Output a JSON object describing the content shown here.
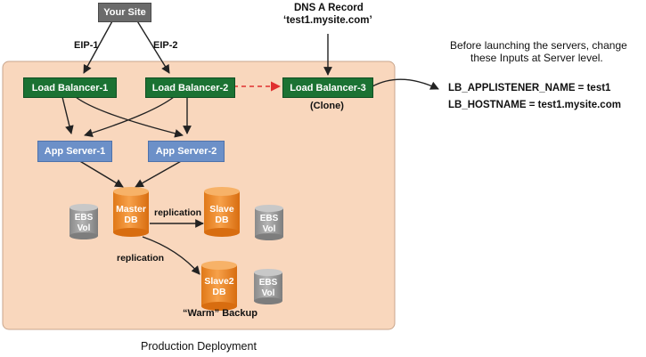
{
  "diagram": {
    "your_site": "Your Site",
    "eip1": "EIP-1",
    "eip2": "EIP-2",
    "dns_title": "DNS A Record",
    "dns_value": "‘test1.mysite.com’",
    "lb1": "Load Balancer-1",
    "lb2": "Load Balancer-2",
    "lb3": "Load Balancer-3",
    "clone": "(Clone)",
    "app1": "App Server-1",
    "app2": "App Server-2",
    "master_db": "Master\nDB",
    "slave_db": "Slave\nDB",
    "slave2_db": "Slave2\nDB",
    "ebs_left": "EBS\nVol",
    "ebs_slave": "EBS\nVol",
    "ebs_slave2": "EBS\nVol",
    "replication_top": "replication",
    "replication_bottom": "replication",
    "warm_backup": "“Warm” Backup",
    "production": "Production Deployment",
    "note_line1": "Before launching the servers, change",
    "note_line2": "these Inputs at Server level.",
    "input1": "LB_APPLISTENER_NAME = test1",
    "input2": "LB_HOSTNAME =  test1.mysite.com"
  },
  "colors": {
    "panel_fill": "#f9d7bd",
    "panel_stroke": "#c9a58c",
    "load_balancer": "#1b7233",
    "app_server": "#6c90c8",
    "site": "#6b6b6b",
    "db_orange": "#f08a2a",
    "ebs_gray": "#9b9b9b",
    "clone_arrow": "#e03030"
  }
}
